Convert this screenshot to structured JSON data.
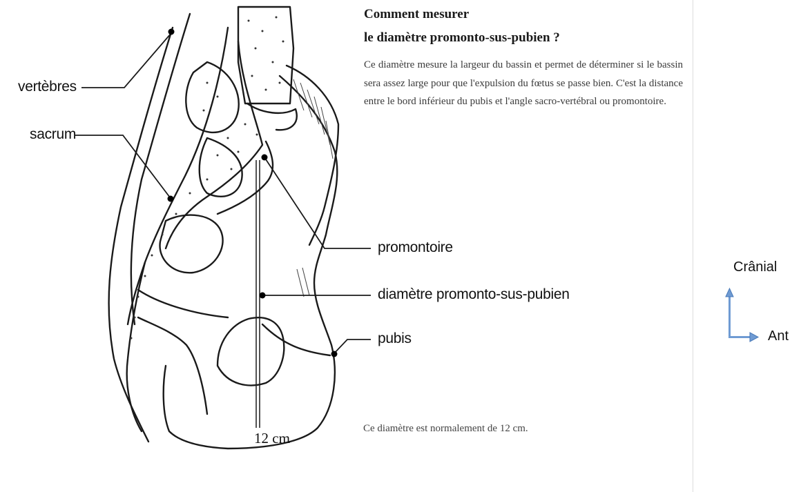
{
  "figure": {
    "labels": {
      "vertebres": "vertèbres",
      "sacrum": "sacrum",
      "promontoire": "promontoire",
      "diametre": "diamètre promonto-sus-pubien",
      "pubis": "pubis",
      "measure": "12 cm"
    }
  },
  "text": {
    "title_line1": "Comment mesurer",
    "title_line2": "le diamètre promonto-sus-pubien ?",
    "paragraph": "Ce diamètre mesure la largeur du bassin et permet de déterminer si le bassin sera assez large pour que l'expulsion du fœtus se passe bien. C'est la distance entre le bord inférieur du pubis et l'angle sacro-vertébral ou promontoire.",
    "note": "Ce diamètre est normalement de 12 cm."
  },
  "orientation": {
    "cranial": "Crânial",
    "anterior": "Ant",
    "arrow_color": "#4a7ab8"
  }
}
